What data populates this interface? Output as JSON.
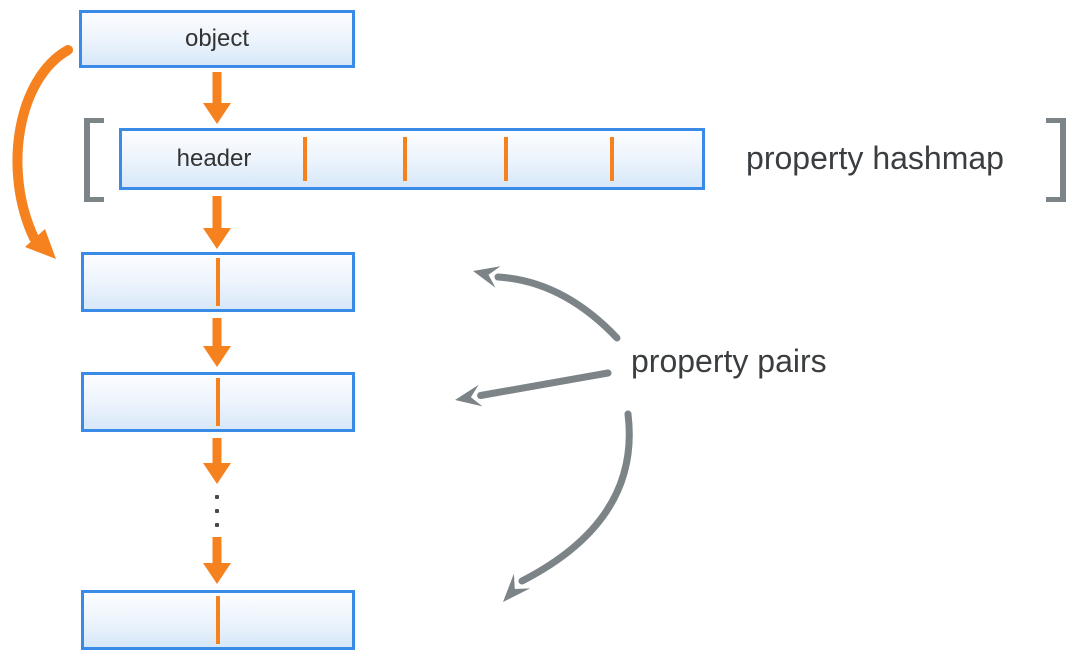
{
  "diagram": {
    "object_node": {
      "label": "object"
    },
    "hashmap": {
      "header_label": "header",
      "caption": "property hashmap",
      "bucket_tick_count": 4
    },
    "pairs": {
      "caption": "property pairs",
      "visible_box_count": 3,
      "ellipsis": "⋮"
    },
    "colors": {
      "orange": "#F5821F",
      "blue_border": "#3A8BE8",
      "box_fill_top": "#FCFDFF",
      "box_fill_bottom": "#D7E8F9",
      "gray": "#7C8488",
      "text_dark": "#333333",
      "caption_text": "#3B3E40"
    }
  }
}
